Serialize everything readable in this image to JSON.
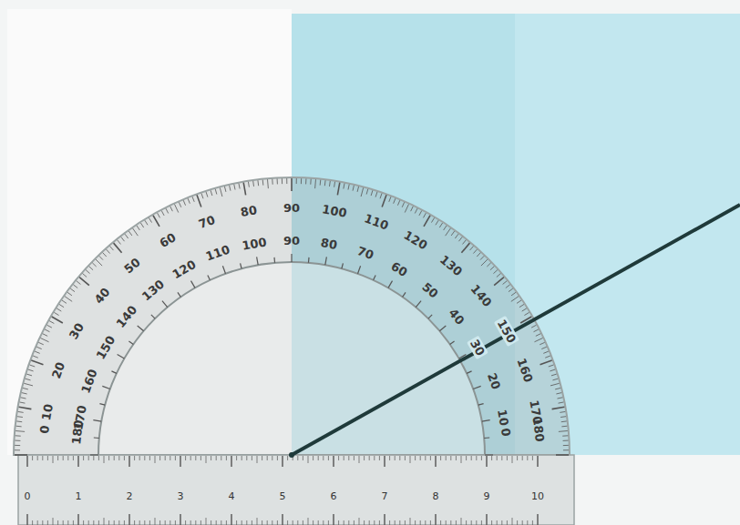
{
  "diagram": {
    "labels": [
      "0",
      "10",
      "20",
      "30",
      "40",
      "50",
      "60",
      "70",
      "80",
      "90",
      "100",
      "110",
      "120",
      "130",
      "140",
      "150",
      "160",
      "170",
      "180",
      "0",
      "10",
      "20",
      "30",
      "40",
      "50",
      "60",
      "70",
      "80",
      "90",
      "100",
      "110",
      "120",
      "130",
      "140",
      "150",
      "160",
      "170",
      "180",
      "0",
      "1",
      "2",
      "3",
      "4",
      "5",
      "6",
      "7",
      "8",
      "9",
      "10"
    ]
  }
}
